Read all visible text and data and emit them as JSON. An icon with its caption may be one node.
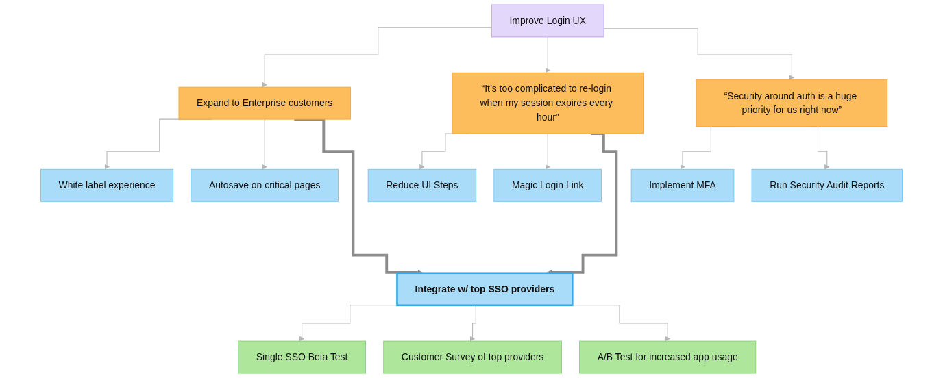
{
  "diagram": {
    "nodes": [
      {
        "text": [
          "Improve Login UX"
        ]
      },
      {
        "text": [
          "Expand to Enterprise customers"
        ]
      },
      {
        "text": [
          "“It’s too complicated to re-login when my session expires every hour”"
        ]
      },
      {
        "text": [
          "“Security around auth is a huge priority for us right now”"
        ]
      },
      {
        "text": [
          "White label experience"
        ]
      },
      {
        "text": [
          "Autosave on critical pages"
        ]
      },
      {
        "text": [
          "Reduce UI Steps"
        ]
      },
      {
        "text": [
          "Magic Login Link"
        ]
      },
      {
        "text": [
          "Implement MFA"
        ]
      },
      {
        "text": [
          "Run Security Audit Reports"
        ]
      },
      {
        "text": [
          "Integrate w/ top SSO providers"
        ]
      },
      {
        "text": [
          "Single SSO Beta Test"
        ]
      },
      {
        "text": [
          "Customer Survey of top providers"
        ]
      },
      {
        "text": [
          "A/B Test for increased app usage"
        ]
      }
    ],
    "edges": [
      {
        "from": 0,
        "to": 1,
        "arrow": "to"
      },
      {
        "from": 0,
        "to": 2,
        "arrow": "to"
      },
      {
        "from": 0,
        "to": 3,
        "arrow": "to"
      },
      {
        "from": 1,
        "to": 4,
        "arrow": "to"
      },
      {
        "from": 1,
        "to": 5,
        "arrow": "to"
      },
      {
        "from": 2,
        "to": 6,
        "arrow": "to"
      },
      {
        "from": 2,
        "to": 7,
        "arrow": "to"
      },
      {
        "from": 3,
        "to": 8,
        "arrow": "to"
      },
      {
        "from": 3,
        "to": 9,
        "arrow": "to"
      },
      {
        "from": 1,
        "to": 10,
        "arrow": "to",
        "style": "thick",
        "color": "#8c8c8c"
      },
      {
        "from": 2,
        "to": 10,
        "arrow": "to",
        "style": "thick",
        "color": "#8c8c8c"
      },
      {
        "from": 10,
        "to": 11,
        "arrow": "to"
      },
      {
        "from": 10,
        "to": 12,
        "arrow": "to"
      },
      {
        "from": 10,
        "to": 13,
        "arrow": "to"
      }
    ]
  }
}
